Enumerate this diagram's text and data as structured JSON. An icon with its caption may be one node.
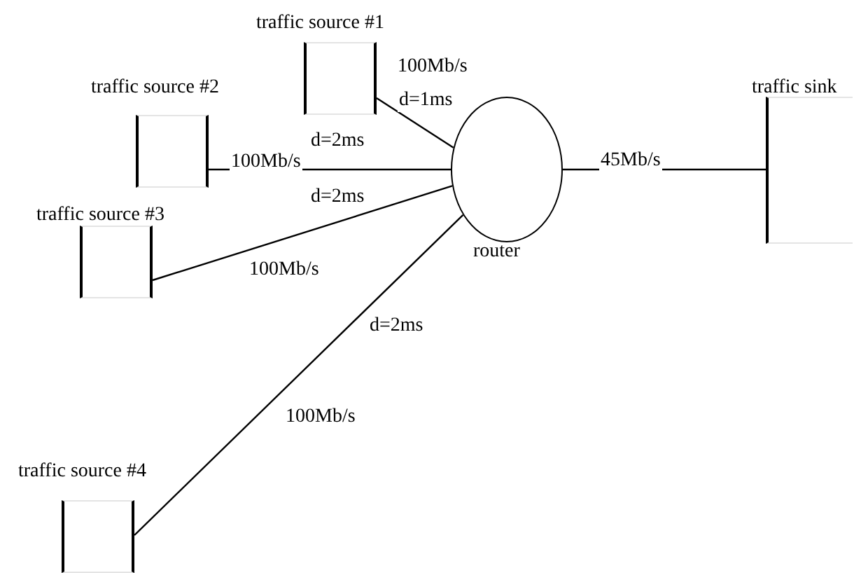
{
  "diagram": {
    "nodes": [
      {
        "text": [
          "traffic source #1"
        ]
      },
      {
        "text": [
          "traffic source #2"
        ]
      },
      {
        "text": [
          "traffic source #3"
        ]
      },
      {
        "text": [
          "traffic source #4"
        ]
      },
      {
        "text": [
          "router"
        ]
      },
      {
        "text": [
          "traffic sink"
        ]
      }
    ],
    "edges": [
      {
        "from": 0,
        "to": 4,
        "arrow": "none",
        "label": "100Mb/s"
      },
      {
        "from": 1,
        "to": 4,
        "arrow": "none",
        "label": "100Mb/s"
      },
      {
        "from": 2,
        "to": 4,
        "arrow": "none",
        "label": "100Mb/s"
      },
      {
        "from": 3,
        "to": 4,
        "arrow": "none",
        "label": "100Mb/s"
      },
      {
        "from": 4,
        "to": 5,
        "arrow": "none",
        "label": "45Mb/s"
      }
    ],
    "labels": [
      "d=1ms",
      "d=2ms",
      "d=2ms",
      "d=2ms"
    ]
  }
}
